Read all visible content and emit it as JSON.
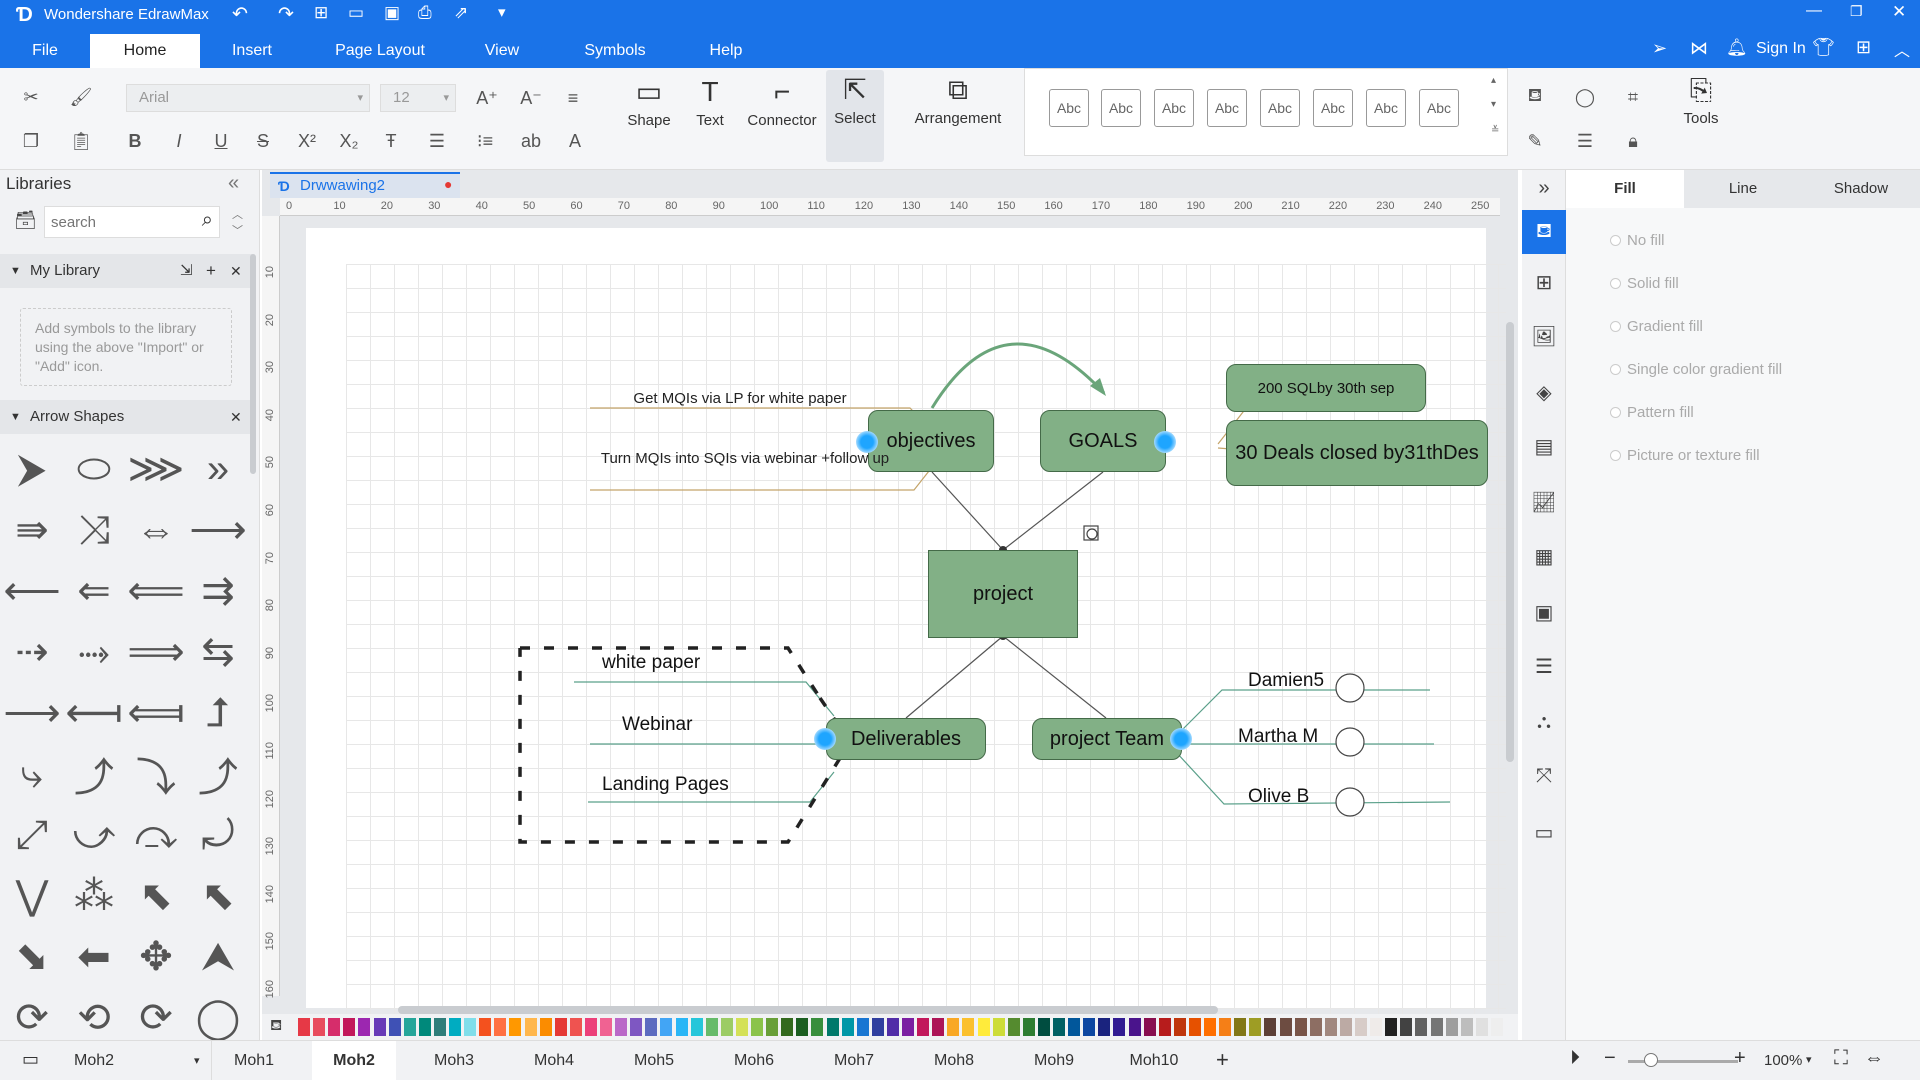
{
  "app": {
    "title": "Wondershare EdrawMax"
  },
  "menu": {
    "tabs": [
      "File",
      "Home",
      "Insert",
      "Page Layout",
      "View",
      "Symbols",
      "Help"
    ],
    "active": "Home",
    "sign_in": "Sign In"
  },
  "ribbon": {
    "font_name": "Arial",
    "font_size": "12",
    "shape": "Shape",
    "text": "Text",
    "connector": "Connector",
    "select": "Select",
    "arrangement": "Arrangement",
    "tools": "Tools",
    "style_abc": [
      "Abc",
      "Abc",
      "Abc",
      "Abc",
      "Abc",
      "Abc",
      "Abc",
      "Abc"
    ]
  },
  "libraries": {
    "title": "Libraries",
    "search_placeholder": "search",
    "my_library": "My Library",
    "add_hint": "Add symbols to the library using the above \"Import\" or \"Add\" icon.",
    "arrow_shapes": "Arrow Shapes"
  },
  "document": {
    "tab": "Drwwawing2",
    "ruler_h": [
      "0",
      "10",
      "20",
      "30",
      "40",
      "50",
      "60",
      "70",
      "80",
      "90",
      "100",
      "110",
      "120",
      "130",
      "140",
      "150",
      "160",
      "170",
      "180",
      "190",
      "200",
      "210",
      "220",
      "230",
      "240",
      "250"
    ],
    "ruler_v": [
      "10",
      "20",
      "30",
      "40",
      "50",
      "60",
      "70",
      "80",
      "90",
      "100",
      "110",
      "120",
      "130",
      "140",
      "150",
      "160"
    ]
  },
  "diagram": {
    "project": "project",
    "objectives": "objectives",
    "goals": "GOALS",
    "deliverables": "Deliverables",
    "team": "project Team",
    "goal1": "200 SQLby 30th sep",
    "goal2": "30 Deals closed by31thDes",
    "obj1": "Get MQIs via LP for white paper",
    "obj2": "Turn MQIs into SQIs via webinar +follow up",
    "del1": "white paper",
    "del2": "Webinar",
    "del3": "Landing Pages",
    "team1": "Damien5",
    "team2": "Martha M",
    "team3": "Olive B",
    "node_color": "#82b086"
  },
  "panel": {
    "tabs": [
      "Fill",
      "Line",
      "Shadow"
    ],
    "active": "Fill",
    "fill_options": [
      "No fill",
      "Solid fill",
      "Gradient fill",
      "Single color gradient fill",
      "Pattern fill",
      "Picture or texture fill"
    ]
  },
  "status": {
    "current_page": "Moh2",
    "pages": [
      "Moh1",
      "Moh2",
      "Moh3",
      "Moh4",
      "Moh5",
      "Moh6",
      "Moh7",
      "Moh8",
      "Moh9",
      "Moh10"
    ],
    "zoom": "100%"
  },
  "palette": [
    "#e63946",
    "#e84c5e",
    "#d62d6b",
    "#c2185b",
    "#9c27b0",
    "#673ab7",
    "#3f51b5",
    "#26a69a",
    "#00897b",
    "#2e7d7a",
    "#00acc1",
    "#80deea",
    "#f4511e",
    "#ff7043",
    "#ff9800",
    "#ffb74d",
    "#fb8c00",
    "#e53935",
    "#ef5350",
    "#ec407a",
    "#f06292",
    "#ba68c8",
    "#7e57c2",
    "#5c6bc0",
    "#42a5f5",
    "#29b6f6",
    "#26c6da",
    "#66bb6a",
    "#9ccc65",
    "#d4e157",
    "#8bc34a",
    "#689f38",
    "#33691e",
    "#1b5e20",
    "#388e3c",
    "#00796b",
    "#0097a7",
    "#1976d2",
    "#303f9f",
    "#512da8",
    "#7b1fa2",
    "#c2185b",
    "#ad1457",
    "#f9a825",
    "#fbc02d",
    "#ffeb3b",
    "#cddc39",
    "#558b2f",
    "#2e7d32",
    "#004d40",
    "#006064",
    "#01579b",
    "#0d47a1",
    "#1a237e",
    "#311b92",
    "#4a148c",
    "#880e4f",
    "#b71c1c",
    "#bf360c",
    "#e65100",
    "#ff6f00",
    "#f57f17",
    "#827717",
    "#9e9d24",
    "#5d4037",
    "#6d4c41",
    "#795548",
    "#8d6e63",
    "#a1887f",
    "#bcaaa4",
    "#d7ccc8",
    "#efebe9",
    "#212121",
    "#424242",
    "#616161",
    "#757575",
    "#9e9e9e",
    "#bdbdbd",
    "#e0e0e0",
    "#eeeeee"
  ]
}
